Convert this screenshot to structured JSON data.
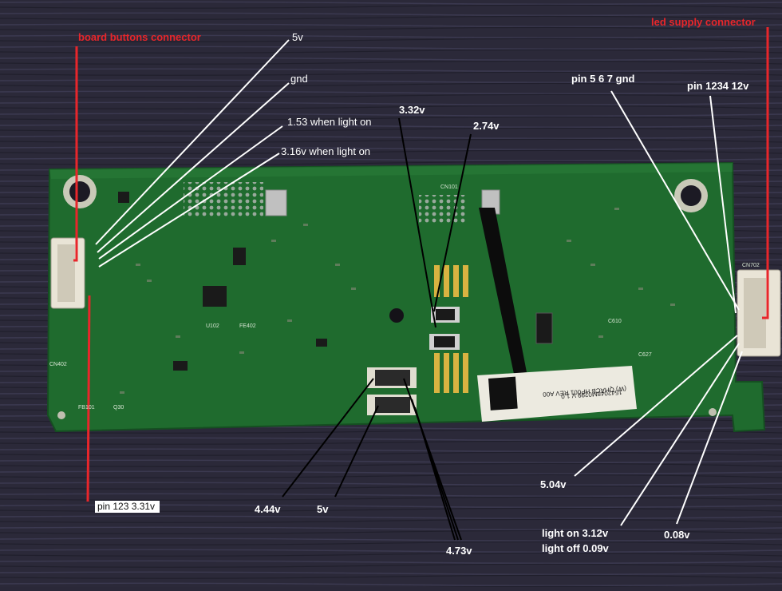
{
  "photo": {
    "subject": "green-circuit-board-on-wood",
    "colors": {
      "wood_dark": "#262436",
      "wood_mid": "#3a3850",
      "pcb": "#1f6b2e",
      "pcb_dark": "#164f22",
      "connector": "#e9e4d6",
      "ic": "#1a1a1a",
      "pad_gold": "#d9b341",
      "annot_red": "#e8262b",
      "annot_white": "#ffffff",
      "annot_black": "#000000"
    }
  },
  "annotations": {
    "board_buttons_connector": "board buttons connector",
    "led_supply_connector": "led supply connector",
    "v_5v_top": "5v",
    "gnd": "gnd",
    "v_1_53": "1.53 when light on",
    "v_3_16": "3.16v when light on",
    "v_3_32": "3.32v",
    "v_2_74": "2.74v",
    "pin_567": "pin 5 6 7 gnd",
    "pin_1234": "pin 1234 12v",
    "pin_123": "pin 123 3.31v",
    "v_4_44": "4.44v",
    "v_5v_bottom": "5v",
    "v_4_73": "4.73v",
    "v_5_04": "5.04v",
    "light_on": "light on 3.12v",
    "light_off": "light off 0.09v",
    "v_0_08": "0.08v"
  },
  "board_prints": {
    "cn402": "CN402",
    "cn702": "CN702",
    "cn101": "CN101",
    "u102": "U102",
    "fe402": "FE402",
    "fb101": "FB101",
    "q30": "Q30",
    "c610": "C610",
    "c627": "C627",
    "label_line1": "(W) QHACB  HP001  REV A00",
    "label_line2": "1542048M0299        V 1.0"
  }
}
